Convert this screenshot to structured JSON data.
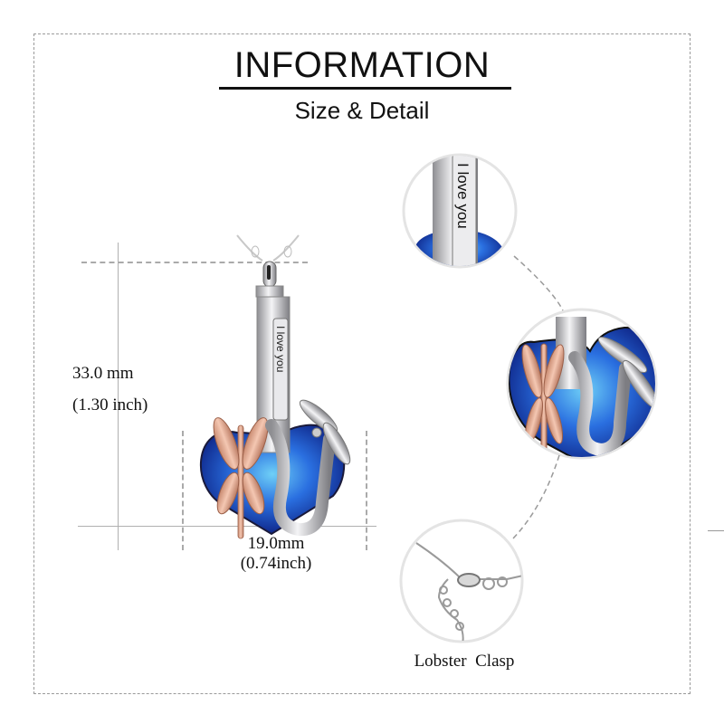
{
  "header": {
    "title": "INFORMATION",
    "subtitle": "Size & Detail"
  },
  "dimensions": {
    "height_mm": "33.0 mm",
    "height_inch": "(1.30 inch)",
    "width_mm": "19.0mm",
    "width_inch": "(0.74inch)"
  },
  "product": {
    "engraving": "I love you",
    "colors": {
      "crystal_dark": "#0a1f8c",
      "crystal_mid": "#1f4fd6",
      "crystal_light": "#4fb3f0",
      "rose_gold": "#e2a88e",
      "silver": "#c9c9cc",
      "frame_dash": "#9a9a9a"
    }
  },
  "details": [
    {
      "id": "engraving-detail",
      "caption": ""
    },
    {
      "id": "dragonfly-detail",
      "caption": ""
    },
    {
      "id": "clasp-detail",
      "caption": "Lobster  Clasp"
    }
  ]
}
